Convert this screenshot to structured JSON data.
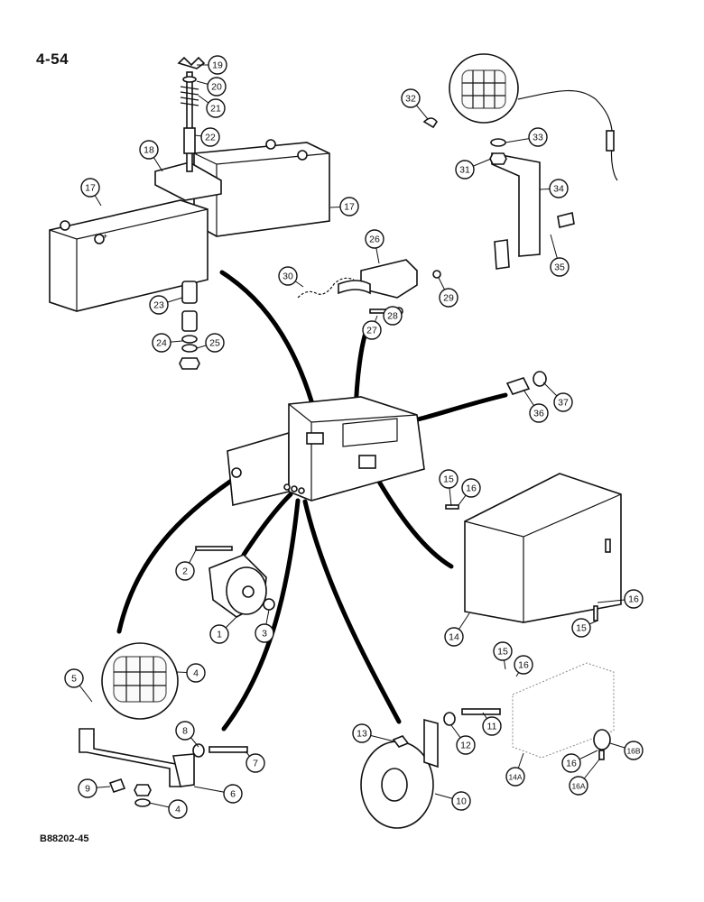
{
  "page_number": "4-54",
  "figure_code": "B88202-45",
  "callouts": [
    {
      "label": "1"
    },
    {
      "label": "2"
    },
    {
      "label": "3"
    },
    {
      "label": "4"
    },
    {
      "label": "4"
    },
    {
      "label": "5"
    },
    {
      "label": "6"
    },
    {
      "label": "7"
    },
    {
      "label": "8"
    },
    {
      "label": "9"
    },
    {
      "label": "10"
    },
    {
      "label": "11"
    },
    {
      "label": "12"
    },
    {
      "label": "13"
    },
    {
      "label": "14"
    },
    {
      "label": "14A"
    },
    {
      "label": "15"
    },
    {
      "label": "15"
    },
    {
      "label": "15"
    },
    {
      "label": "16"
    },
    {
      "label": "16"
    },
    {
      "label": "16"
    },
    {
      "label": "16"
    },
    {
      "label": "16A"
    },
    {
      "label": "16B"
    },
    {
      "label": "17"
    },
    {
      "label": "17"
    },
    {
      "label": "18"
    },
    {
      "label": "19"
    },
    {
      "label": "20"
    },
    {
      "label": "21"
    },
    {
      "label": "22"
    },
    {
      "label": "23"
    },
    {
      "label": "24"
    },
    {
      "label": "25"
    },
    {
      "label": "26"
    },
    {
      "label": "27"
    },
    {
      "label": "28"
    },
    {
      "label": "29"
    },
    {
      "label": "30"
    },
    {
      "label": "31"
    },
    {
      "label": "32"
    },
    {
      "label": "33"
    },
    {
      "label": "34"
    },
    {
      "label": "35"
    },
    {
      "label": "36"
    },
    {
      "label": "37"
    }
  ]
}
